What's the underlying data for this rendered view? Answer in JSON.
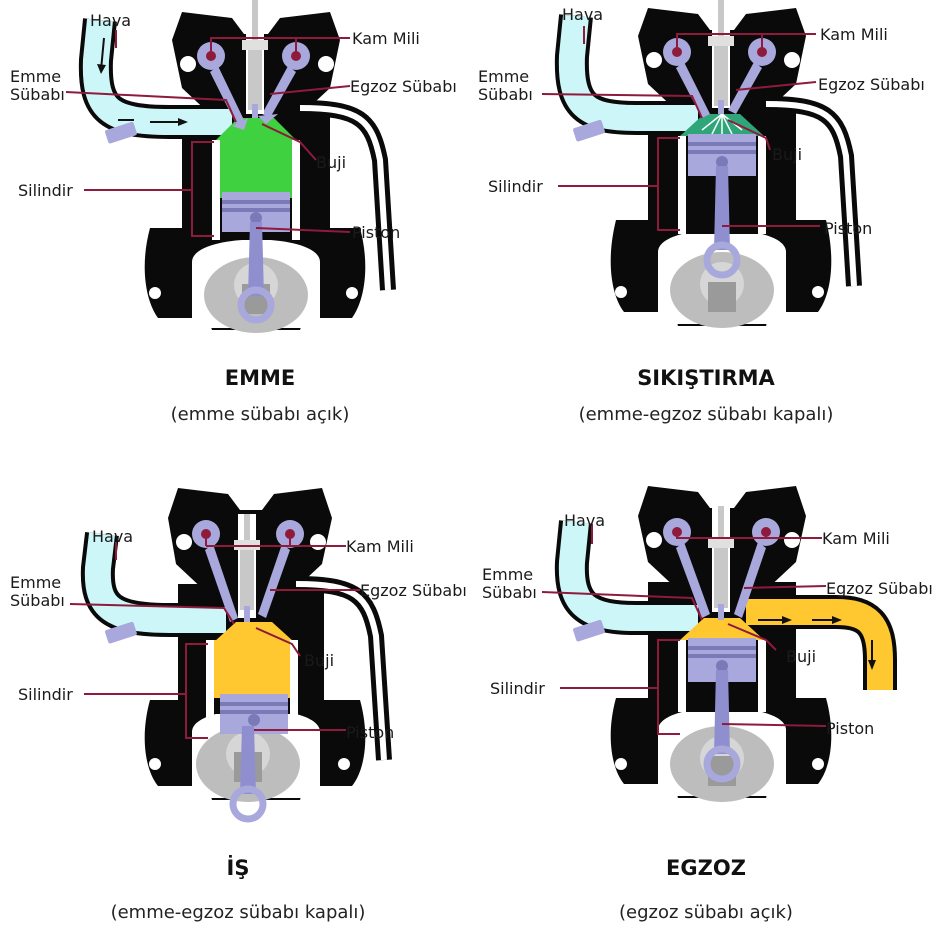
{
  "labels": {
    "hava": "Hava",
    "kam_mili": "Kam Mili",
    "emme_l1": "Emme",
    "emme_l2": "Sübabı",
    "egzoz_subabi": "Egzoz Sübabı",
    "buji": "Buji",
    "silindir": "Silindir",
    "piston": "Piston"
  },
  "colors": {
    "engine_body": "#0a0a0a",
    "air": "#ccf6f8",
    "valve": "#a8a8dc",
    "leader_line": "#8e1a3c",
    "mixture": "#3fd13f",
    "compressed": "#2fa57a",
    "combustion": "#ffc831",
    "exhaust": "#ffc831"
  },
  "panels": [
    {
      "title": "EMME",
      "subtitle": "(emme sübabı açık)",
      "fill_state": "intake"
    },
    {
      "title": "SIKIŞTIRMA",
      "subtitle": "(emme-egzoz sübabı kapalı)",
      "fill_state": "compression"
    },
    {
      "title": "İŞ",
      "subtitle": "(emme-egzoz sübabı kapalı)",
      "fill_state": "power"
    },
    {
      "title": "EGZOZ",
      "subtitle": "(egzoz sübabı açık)",
      "fill_state": "exhaust"
    }
  ]
}
